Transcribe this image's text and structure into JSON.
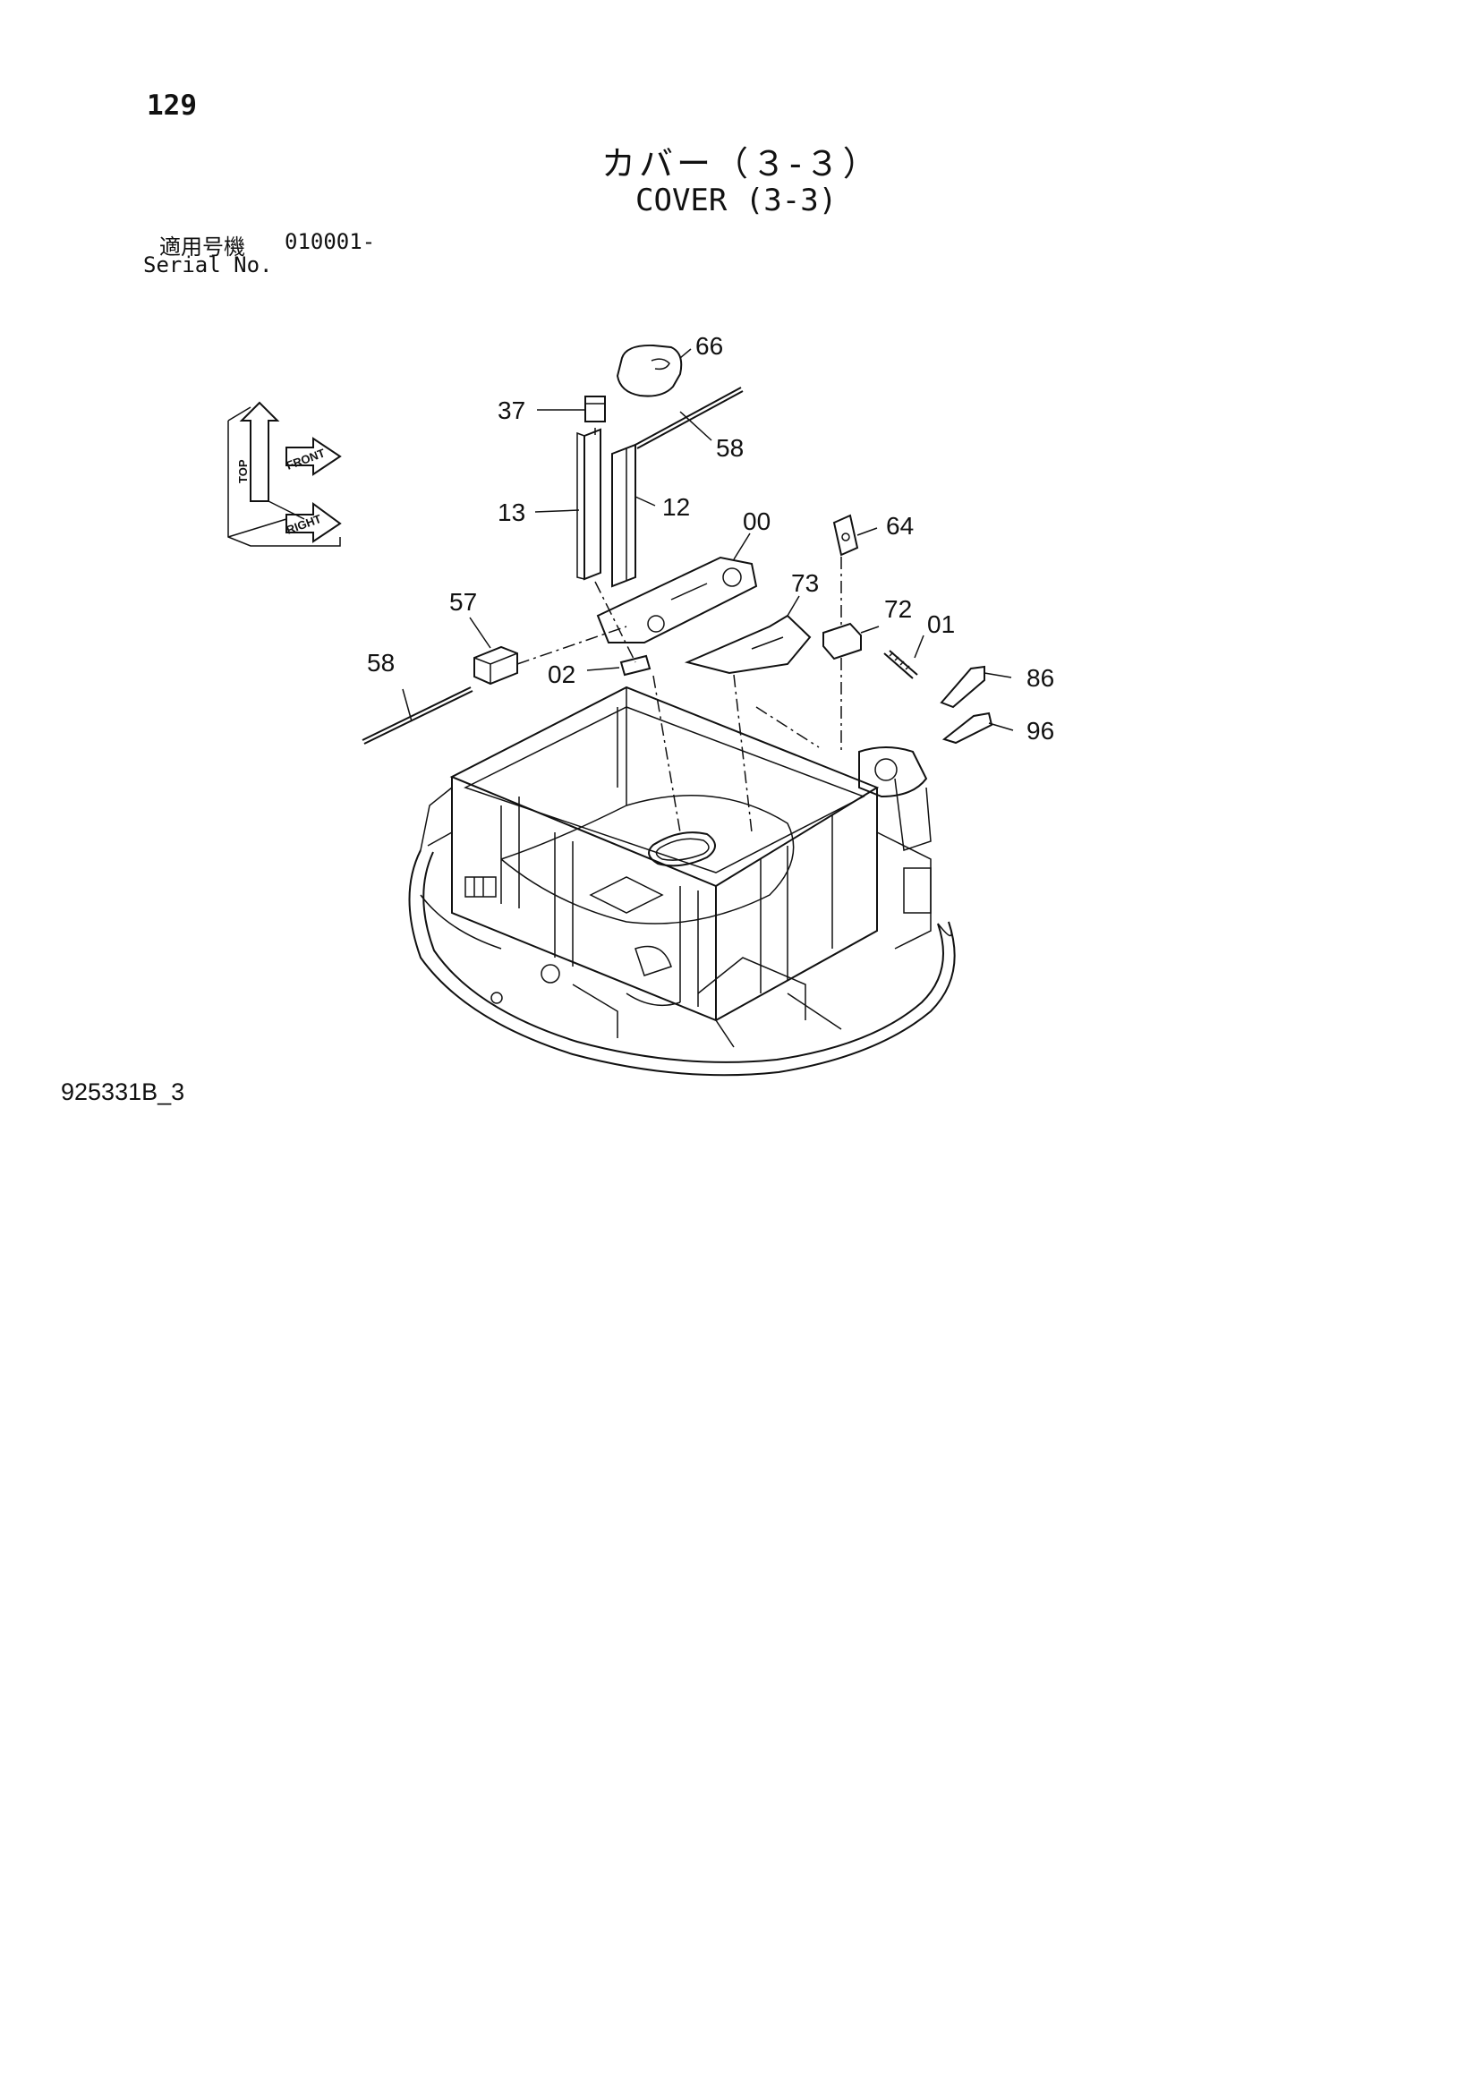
{
  "header": {
    "page_number": "129",
    "title_jp": "カバー（３-３）",
    "title_en": "COVER (3-3)",
    "serial_label_jp": "適用号機",
    "serial_value": "010001-",
    "serial_label_en": "Serial No."
  },
  "orientation_indicator": {
    "labels": [
      "TOP",
      "FRONT",
      "RIGHT"
    ]
  },
  "part_callouts": [
    {
      "id": "66",
      "part": "top cap"
    },
    {
      "id": "37",
      "part": "small block"
    },
    {
      "id": "58",
      "part": "rod"
    },
    {
      "id": "13",
      "part": "vertical bar"
    },
    {
      "id": "12",
      "part": "plate"
    },
    {
      "id": "00",
      "part": "cover plate"
    },
    {
      "id": "64",
      "part": "clip"
    },
    {
      "id": "73",
      "part": "bracket"
    },
    {
      "id": "72",
      "part": "block"
    },
    {
      "id": "01",
      "part": "spring"
    },
    {
      "id": "57",
      "part": "block"
    },
    {
      "id": "02",
      "part": "spacer"
    },
    {
      "id": "86",
      "part": "lever"
    },
    {
      "id": "96",
      "part": "lever"
    }
  ],
  "footer": {
    "drawing_code": "925331B_3"
  }
}
